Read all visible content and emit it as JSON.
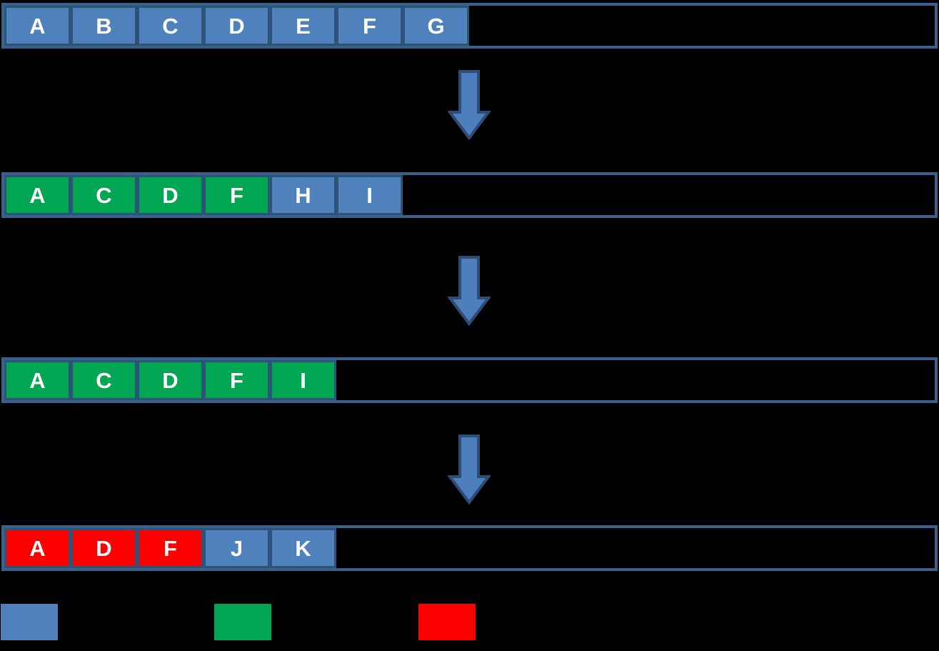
{
  "diagram": {
    "background_color": "#000000",
    "colors": {
      "blue": "#4F81BD",
      "green": "#00A651",
      "red": "#FF0000",
      "cell_border": "#2E5379",
      "row_border": "#38618C",
      "arrow_fill": "#4C7FBC",
      "arrow_outline": "#2E4D75",
      "letter_text": "#FFFFFF"
    },
    "rows": [
      {
        "cells": [
          {
            "label": "A",
            "color": "blue"
          },
          {
            "label": "B",
            "color": "blue"
          },
          {
            "label": "C",
            "color": "blue"
          },
          {
            "label": "D",
            "color": "blue"
          },
          {
            "label": "E",
            "color": "blue"
          },
          {
            "label": "F",
            "color": "blue"
          },
          {
            "label": "G",
            "color": "blue"
          }
        ]
      },
      {
        "cells": [
          {
            "label": "A",
            "color": "green"
          },
          {
            "label": "C",
            "color": "green"
          },
          {
            "label": "D",
            "color": "green"
          },
          {
            "label": "F",
            "color": "green"
          },
          {
            "label": "H",
            "color": "blue"
          },
          {
            "label": "I",
            "color": "blue"
          }
        ]
      },
      {
        "cells": [
          {
            "label": "A",
            "color": "green"
          },
          {
            "label": "C",
            "color": "green"
          },
          {
            "label": "D",
            "color": "green"
          },
          {
            "label": "F",
            "color": "green"
          },
          {
            "label": "I",
            "color": "green"
          }
        ]
      },
      {
        "cells": [
          {
            "label": "A",
            "color": "red"
          },
          {
            "label": "D",
            "color": "red"
          },
          {
            "label": "F",
            "color": "red"
          },
          {
            "label": "J",
            "color": "blue"
          },
          {
            "label": "K",
            "color": "blue"
          }
        ]
      }
    ],
    "arrows": [
      {
        "direction": "down"
      },
      {
        "direction": "down"
      },
      {
        "direction": "down"
      }
    ],
    "legend": [
      {
        "color": "blue"
      },
      {
        "color": "green"
      },
      {
        "color": "red"
      }
    ]
  }
}
